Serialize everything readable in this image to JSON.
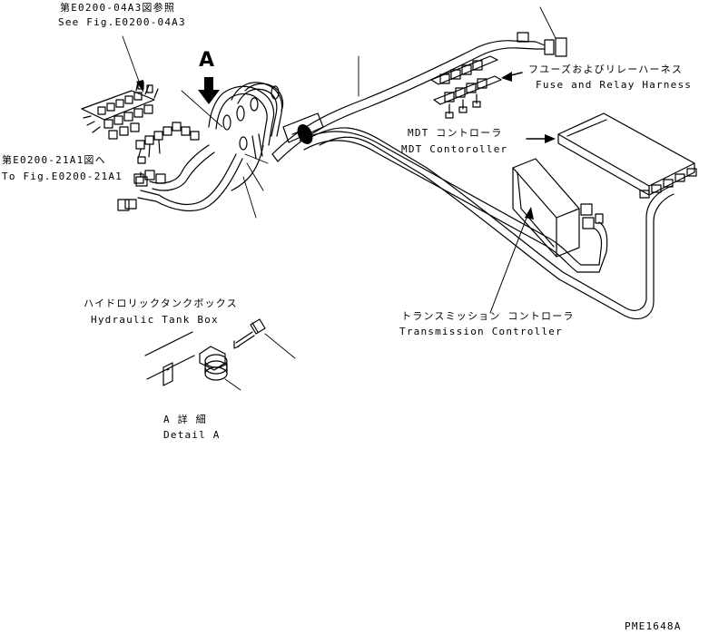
{
  "labels": {
    "see_fig_jp": "第E0200-04A3図参照",
    "see_fig_en": "See Fig.E0200-04A3",
    "to_fig_jp": "第E0200-21A1図へ",
    "to_fig_en": "To Fig.E0200-21A1",
    "arrow_letter": "A",
    "fuse_relay_jp": "フユーズおよびリレーハーネス",
    "fuse_relay_en": "Fuse and Relay Harness",
    "mdt_jp": "MDT コントローラ",
    "mdt_en": "MDT Contoroller",
    "transmission_jp": "トランスミッション コントローラ",
    "transmission_en": "Transmission Controller",
    "hydraulic_jp": "ハイドロリックタンクボックス",
    "hydraulic_en": "Hydraulic Tank Box",
    "detail_jp": "A 詳 細",
    "detail_en": "Detail A",
    "drawing_code": "PME1648A"
  },
  "colors": {
    "ink": "#000000",
    "paper": "#ffffff"
  }
}
